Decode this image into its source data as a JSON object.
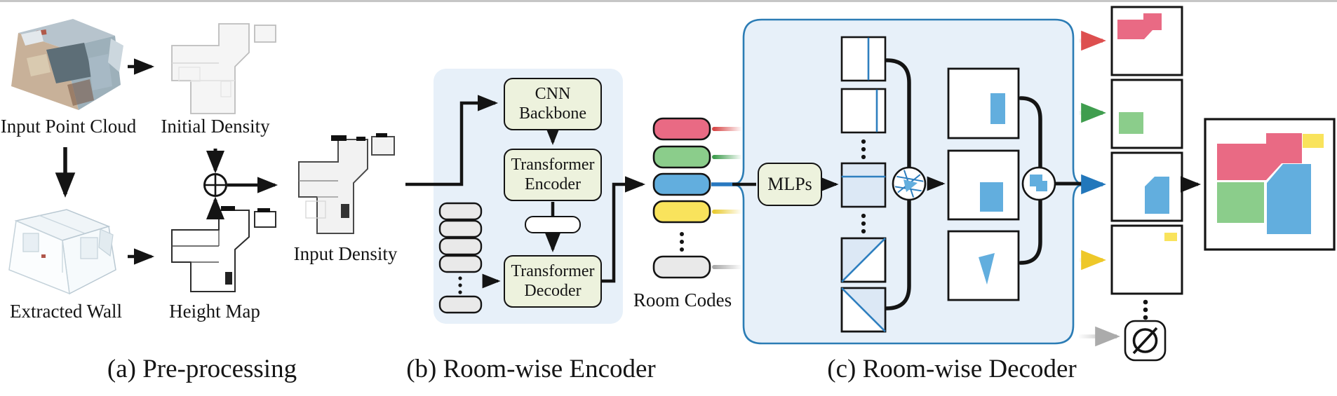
{
  "preprocessing": {
    "caption": "(a) Pre-processing",
    "input_point_cloud_label": "Input Point Cloud",
    "initial_density_label": "Initial Density",
    "extracted_wall_label": "Extracted Wall",
    "height_map_label": "Height Map",
    "input_density_label": "Input Density"
  },
  "encoder": {
    "caption": "(b) Room-wise Encoder",
    "cnn_backbone_label": "CNN Backbone",
    "transformer_encoder_label": "Transformer Encoder",
    "transformer_decoder_label": "Transformer Decoder"
  },
  "room_codes_label": "Room Codes",
  "decoder": {
    "caption": "(c) Room-wise Decoder",
    "mlps_label": "MLPs",
    "empty_set_symbol": "∅"
  },
  "colors": {
    "room_pink": "#e96a84",
    "room_green": "#8bcd8b",
    "room_blue": "#62aede",
    "room_yellow": "#f9e35c",
    "room_gray": "#e9e9e9",
    "panel_fill": "#e7f0f9",
    "panel_border": "#2b7cb5",
    "block_fill": "#edf2dd",
    "line_blue": "#2e7fbf"
  }
}
